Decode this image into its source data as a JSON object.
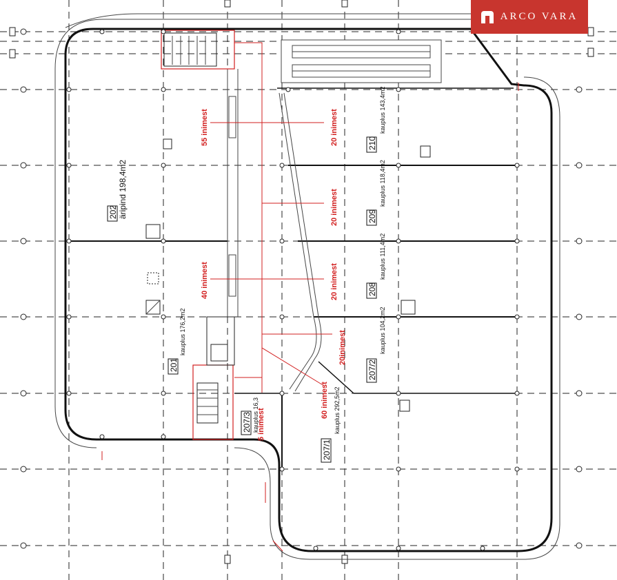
{
  "logo": {
    "text": "ARCO VARA",
    "icon": "house-arch-icon",
    "bg_color": "#c8352e"
  },
  "units": [
    {
      "number": "202",
      "desc": "äripind 198,4m2"
    },
    {
      "number": "201",
      "desc": "kauplus 176,2m2"
    },
    {
      "number": "210",
      "desc": "kauplus 143,4m2"
    },
    {
      "number": "209",
      "desc": "kauplus 118,4m2"
    },
    {
      "number": "208",
      "desc": "kauplus 111,4m2"
    },
    {
      "number": "207/2",
      "desc": "kauplus 104,2m2"
    },
    {
      "number": "207/1",
      "desc": "kauplus 292,5m2"
    },
    {
      "number": "207/3",
      "desc": "kauplus 16,3"
    }
  ],
  "occupancy": [
    "55 inimest",
    "20 inimest",
    "20 inimest",
    "40 inimest",
    "20 inimest",
    "20inimest",
    "60 inimest",
    "5 inimest"
  ],
  "colors": {
    "accent_red": "#d21f1f",
    "line": "#111111"
  }
}
